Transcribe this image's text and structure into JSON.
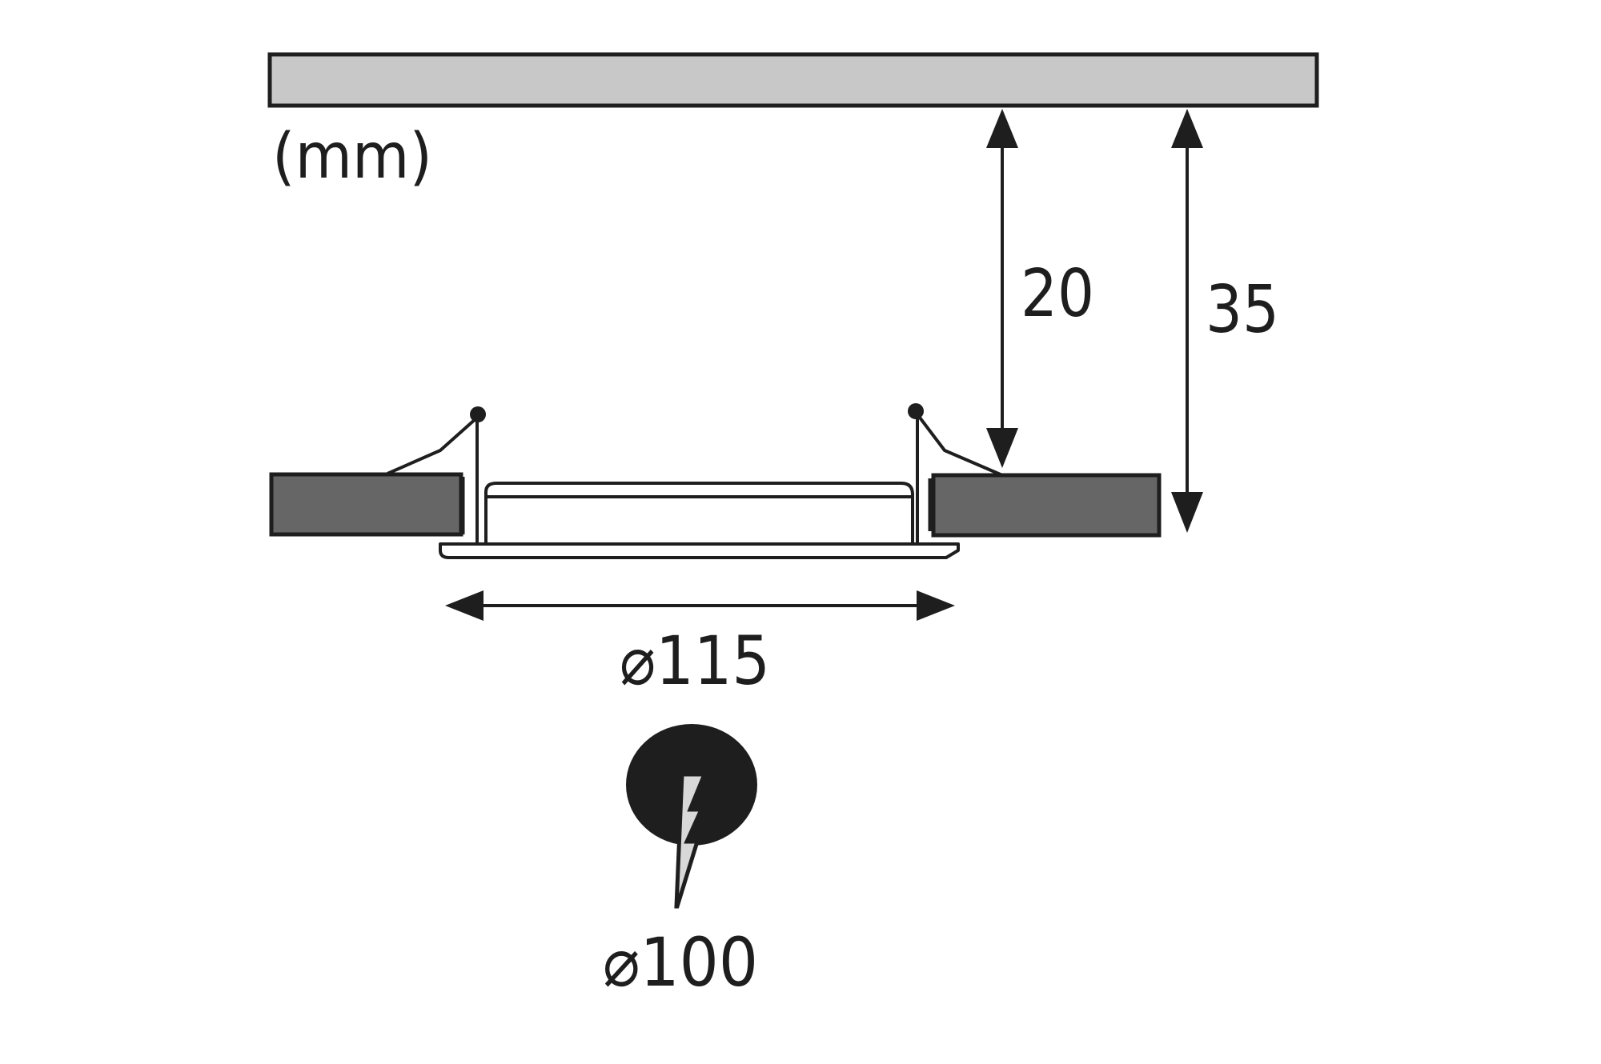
{
  "units_label": "(mm)",
  "dimensions": {
    "ceiling_to_fixture": "20",
    "total_depth": "35",
    "outer_diameter": "⌀115",
    "cutout_diameter": "⌀100"
  },
  "icons": {
    "cutout": "hole-with-lightning-icon"
  },
  "colors": {
    "line": "#1e1e1e",
    "ceiling_fill": "#c8c8c8",
    "ceiling_board_fill": "#666666",
    "lightning_fill": "#d8d8d8"
  }
}
